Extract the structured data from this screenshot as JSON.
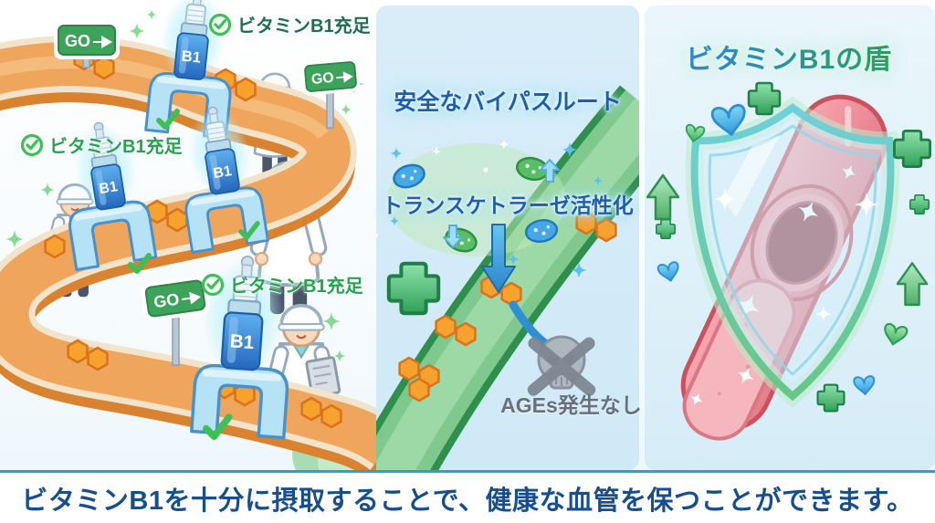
{
  "banner": {
    "text": "ビタミンB1を十分に摂取することで、健康な血管を保つことができます。"
  },
  "left_panel": {
    "b1_label": "B1",
    "go_label": "GO",
    "sufficiency_labels": [
      {
        "position": "top",
        "text": "ビタミンB1充足"
      },
      {
        "position": "middle-left",
        "text": "ビタミンB1充足"
      },
      {
        "position": "bottom",
        "text": "ビタミンB1充足"
      }
    ]
  },
  "middle_panel": {
    "route_title": "安全なバイパスルート",
    "enzyme_label": "トランスケトラーゼ活性化",
    "result_label": "AGEs発生なし"
  },
  "right_panel": {
    "title": "ビタミンB1の盾"
  },
  "icons": {
    "check_circle": "✓",
    "go_arrow": "➜",
    "skull_crossed_out": "☠",
    "plus": "+",
    "heart": "♥",
    "sparkle": "✦",
    "up_arrow": "↑"
  },
  "colors": {
    "title_blue": "#1d5fae",
    "label_green": "#27a24f",
    "label_dark_green": "#1e6e55",
    "banner_text_blue": "#174e8d",
    "banner_border_blue": "#2f9fd0",
    "go_sign_green": "#3da35b",
    "belt_orange": "#f0a55c",
    "hexagon_orange": "#f7a12f",
    "b1_device_blue": "#2f7fd4",
    "bypass_road_green": "#7fc98f",
    "ages_gray": "#68707c",
    "vessel_red": "#ed8892",
    "shield_teal": "#5fc8cf"
  }
}
